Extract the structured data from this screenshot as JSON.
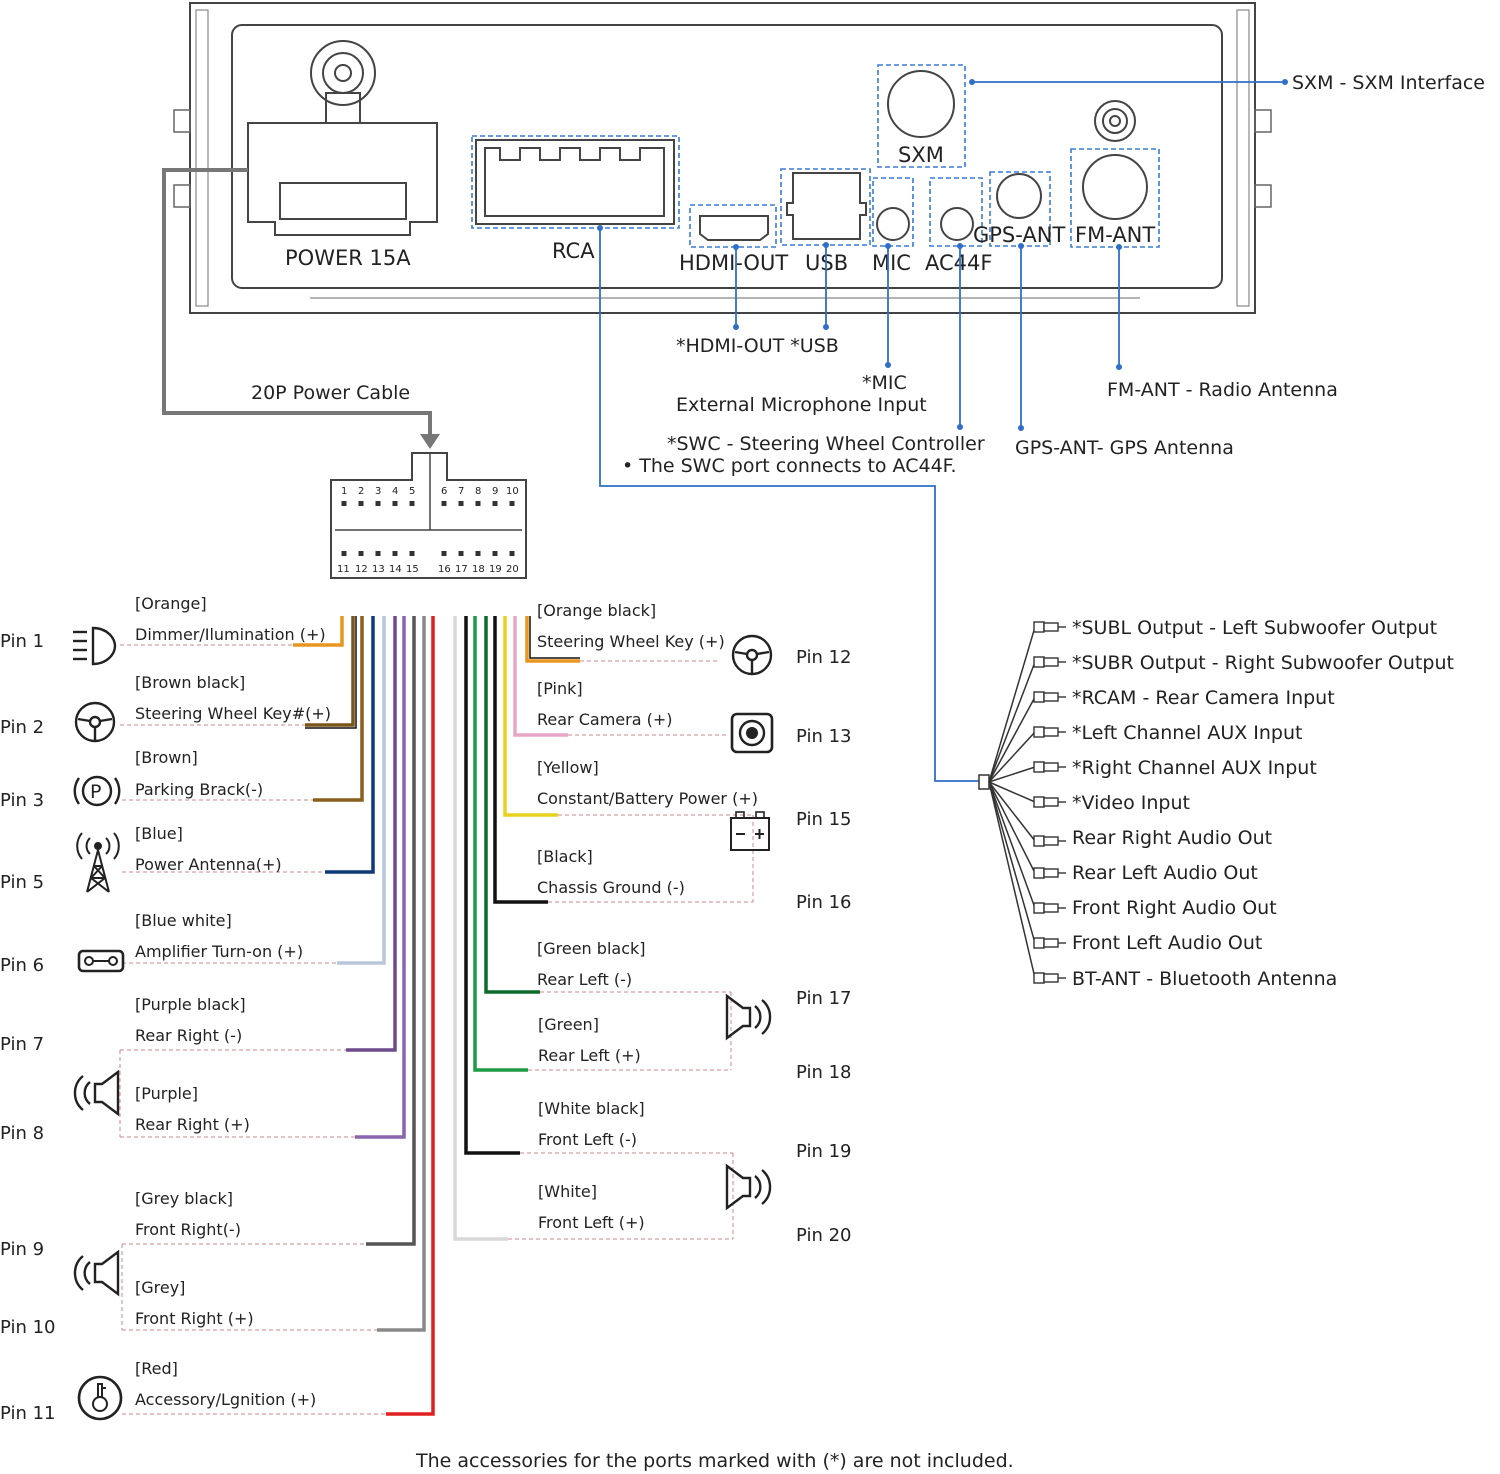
{
  "unit": {
    "ports": {
      "power": "POWER 15A",
      "rca": "RCA",
      "hdmi": "HDMI-OUT",
      "usb": "USB",
      "mic": "MIC",
      "ac44f": "AC44F",
      "gps": "GPS-ANT",
      "fm": "FM-ANT",
      "sxm": "SXM"
    }
  },
  "callouts": {
    "sxm": "SXM - SXM Interface",
    "hdmi_usb": "*HDMI-OUT  *USB",
    "mic": "*MIC",
    "mic_desc": "External Microphone Input",
    "swc": "*SWC - Steering Wheel Controller",
    "swc_note": "• The SWC port connects to AC44F.",
    "fm": "FM-ANT - Radio Antenna",
    "gps": "GPS-ANT- GPS Antenna",
    "power_cable": "20P Power Cable"
  },
  "connector": {
    "top_numbers": [
      "1",
      "2",
      "3",
      "4",
      "5",
      "6",
      "7",
      "8",
      "9",
      "10"
    ],
    "bottom_numbers": [
      "11",
      "12",
      "13",
      "14",
      "15",
      "16",
      "17",
      "18",
      "19",
      "20"
    ]
  },
  "left_pins": [
    {
      "pin": "Pin 1",
      "color_name": "[Orange]",
      "function": "Dimmer/Ilumination (+)",
      "icon": "headlight-icon",
      "wire": "#e8961e"
    },
    {
      "pin": "Pin 2",
      "color_name": "[Brown black]",
      "function": "Steering Wheel Key#(+)",
      "icon": "steering-wheel-icon",
      "wire": "#7a5418"
    },
    {
      "pin": "Pin 3",
      "color_name": "[Brown]",
      "function": "Parking Brack(-)",
      "icon": "parking-icon",
      "wire": "#8a5f1c"
    },
    {
      "pin": "Pin 5",
      "color_name": "[Blue]",
      "function": "Power Antenna(+)",
      "icon": "antenna-tower-icon",
      "wire": "#0d3a78"
    },
    {
      "pin": "Pin 6",
      "color_name": "[Blue white]",
      "function": "Amplifier Turn-on (+)",
      "icon": "amplifier-icon",
      "wire": "#b8c6da"
    },
    {
      "pin": "Pin 7",
      "color_name": "[Purple black]",
      "function": "Rear Right (-)",
      "icon": "speaker-left-icon",
      "wire": "#6c4a8c"
    },
    {
      "pin": "Pin 8",
      "color_name": "[Purple]",
      "function": "Rear Right (+)",
      "icon": "",
      "wire": "#8a64ad"
    },
    {
      "pin": "Pin 9",
      "color_name": "[Grey black]",
      "function": "Front Right(-)",
      "icon": "speaker-left-icon",
      "wire": "#555555"
    },
    {
      "pin": "Pin 10",
      "color_name": "[Grey]",
      "function": "Front Right (+)",
      "icon": "",
      "wire": "#888888"
    },
    {
      "pin": "Pin 11",
      "color_name": "[Red]",
      "function": "Accessory/Lgnition (+)",
      "icon": "ignition-key-icon",
      "wire": "#e02020"
    }
  ],
  "right_pins": [
    {
      "pin": "Pin 12",
      "color_name": "[Orange black]",
      "function": "Steering Wheel Key (+)",
      "icon": "steering-wheel-icon",
      "wire": "#e8961e"
    },
    {
      "pin": "Pin 13",
      "color_name": "[Pink]",
      "function": "Rear Camera (+)",
      "icon": "camera-icon",
      "wire": "#e8a5c6"
    },
    {
      "pin": "Pin 15",
      "color_name": "[Yellow]",
      "function": "Constant/Battery Power (+)",
      "icon": "battery-icon",
      "wire": "#e8d21e"
    },
    {
      "pin": "Pin 16",
      "color_name": "[Black]",
      "function": "Chassis Ground (-)",
      "icon": "",
      "wire": "#111111"
    },
    {
      "pin": "Pin 17",
      "color_name": "[Green black]",
      "function": "Rear Left (-)",
      "icon": "speaker-right-icon",
      "wire": "#0c6b2a"
    },
    {
      "pin": "Pin 18",
      "color_name": "[Green]",
      "function": "Rear Left (+)",
      "icon": "",
      "wire": "#1f9a45"
    },
    {
      "pin": "Pin 19",
      "color_name": "[White black]",
      "function": "Front Left (-)",
      "icon": "speaker-right-icon",
      "wire": "#111111"
    },
    {
      "pin": "Pin 20",
      "color_name": "[White]",
      "function": "Front Left (+)",
      "icon": "",
      "wire": "#d8d8d8"
    }
  ],
  "rca_outputs": [
    "*SUBL Output - Left Subwoofer Output",
    "*SUBR Output - Right Subwoofer Output",
    "*RCAM - Rear Camera Input",
    "*Left Channel AUX Input",
    "*Right Channel AUX Input",
    "*Video Input",
    "Rear Right Audio Out",
    "Rear Left Audio Out",
    "Front Right Audio Out",
    "Front Left Audio Out",
    "BT-ANT - Bluetooth Antenna"
  ],
  "footnote": "The accessories for the ports marked with (*) are not included."
}
